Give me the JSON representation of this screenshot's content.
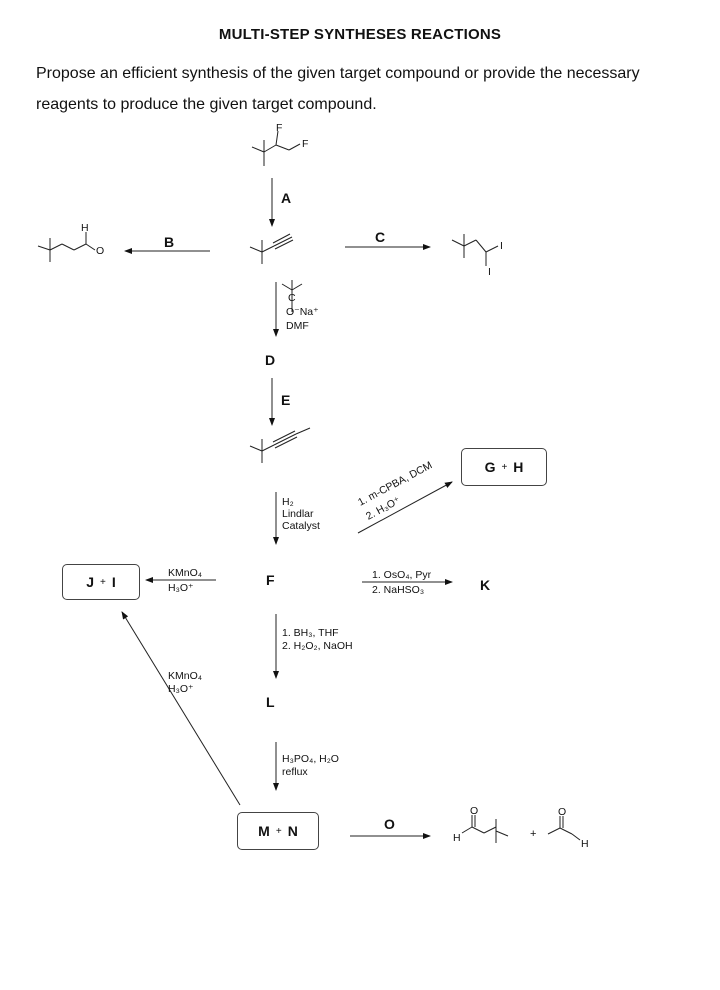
{
  "title": "MULTI-STEP SYNTHESES REACTIONS",
  "instructions": "Propose an efficient synthesis of the given target compound or provide the necessary reagents to produce the given target compound.",
  "labels": {
    "A": "A",
    "B": "B",
    "C": "C",
    "D": "D",
    "E": "E",
    "F": "F",
    "K": "K",
    "L": "L",
    "O": "O"
  },
  "boxes": {
    "GH": {
      "left": "G",
      "plus": "+",
      "right": "H"
    },
    "JI": {
      "left": "J",
      "plus": "+",
      "right": "I"
    },
    "MN": {
      "left": "M",
      "plus": "+",
      "right": "N"
    }
  },
  "reagents": {
    "acetylide_line1": "O⁻Na⁺",
    "acetylide_line2": "DMF",
    "lindlar_1": "H₂",
    "lindlar_2": "Lindlar",
    "lindlar_3": "Catalyst",
    "kmno4_top_1": "KMnO₄",
    "kmno4_top_2": "H₃O⁺",
    "kmno4_diag_1": "KMnO₄",
    "kmno4_diag_2": "H₃O⁺",
    "oso4_1": "1. OsO₄, Pyr",
    "oso4_2": "2. NaHSO₃",
    "mcpba_1": "1. m-CPBA, DCM",
    "mcpba_2": "2. H₃O⁺",
    "hydroboration_1": "1. BH₃, THF",
    "hydroboration_2": "2. H₂O₂, NaOH",
    "h3po4_1": "H₃PO₄, H₂O",
    "h3po4_2": "reflux"
  },
  "atoms": {
    "F": "F",
    "H": "H",
    "O": "O",
    "I": "I",
    "C": "C",
    "plus": "+"
  }
}
